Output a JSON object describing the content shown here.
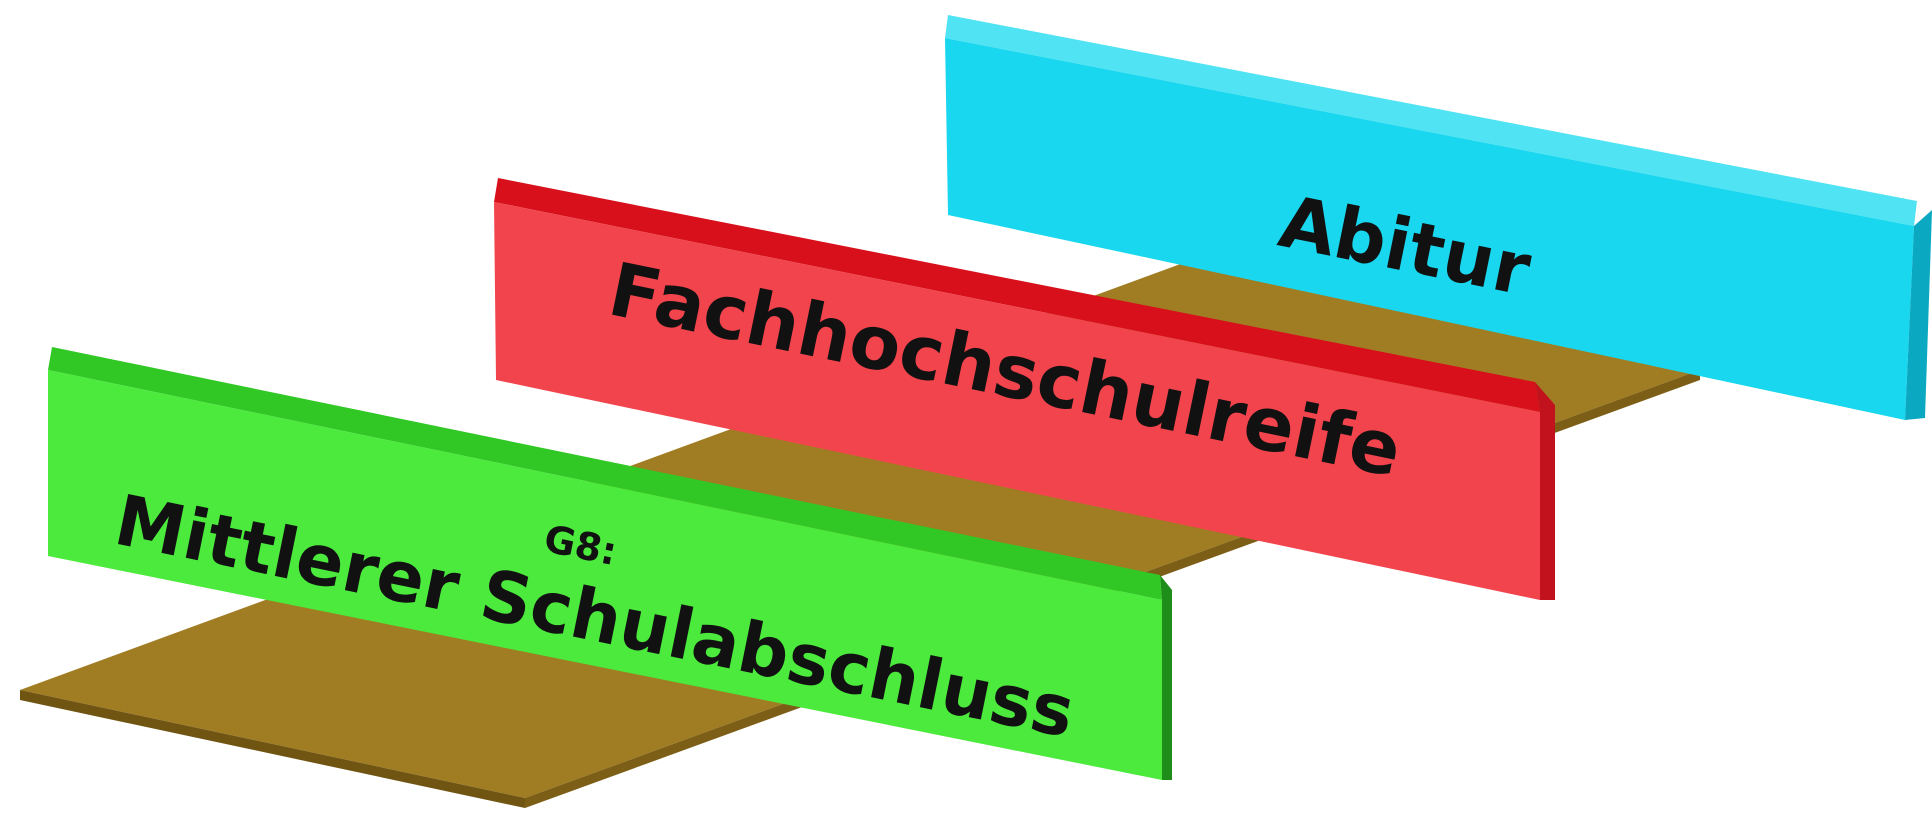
{
  "diagram": {
    "track_color": "#a07d22",
    "signs": [
      {
        "id": "abitur",
        "label": "Abitur",
        "face_color": "#19d7ee",
        "top_color": "#4fe3f4",
        "side_color": "#0aa9c1"
      },
      {
        "id": "fachhochschulreife",
        "label": "Fachhochschulreife",
        "face_color": "#f2444c",
        "top_color": "#d8101c",
        "side_color": "#c2121d"
      },
      {
        "id": "mittlerer-schulabschluss",
        "prefix": "G8:",
        "label": "Mittlerer Schulabschluss",
        "face_color": "#4bea3d",
        "top_color": "#31c826",
        "side_color": "#1f8d19"
      }
    ]
  }
}
